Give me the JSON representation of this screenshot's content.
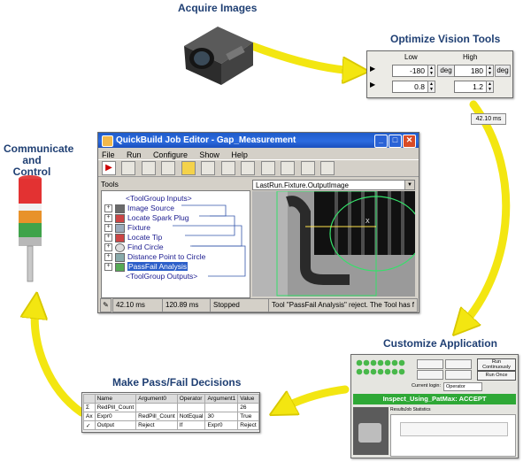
{
  "captions": {
    "acquire": "Acquire Images",
    "optimize": "Optimize Vision Tools",
    "communicate": "Communicate\nand Control",
    "customize": "Customize Application",
    "decide": "Make Pass/Fail Decisions"
  },
  "colors": {
    "arrow": "#f3e611",
    "caption": "#1f3f73",
    "titlebar": "#2c6ce0",
    "accent_green": "#2ea836"
  },
  "optimize_panel": {
    "headers": [
      "Low",
      "High"
    ],
    "rows": [
      {
        "low": "-180",
        "low_unit": "deg",
        "high": "180",
        "high_unit": "deg"
      },
      {
        "low": "0.8",
        "high": "1.2"
      }
    ],
    "timing": "42.10 ms"
  },
  "editor": {
    "title": "QuickBuild Job Editor - Gap_Measurement",
    "menu": [
      "File",
      "Run",
      "Configure",
      "Show",
      "Help"
    ],
    "tools_label": "Tools",
    "image_selector": "LastRun.Fixture.OutputImage",
    "tree": [
      "<ToolGroup Inputs>",
      "Image Source",
      "Locate Spark Plug",
      "Fixture",
      "Locate Tip",
      "Find Circle",
      "Distance Point to Circle",
      "PassFail Analysis",
      "<ToolGroup Outputs>"
    ],
    "status": {
      "time1": "42.10 ms",
      "time2": "120.89 ms",
      "state": "Stopped",
      "message": "Tool \"PassFail Analysis\" reject. The Tool has f"
    }
  },
  "customize_app": {
    "buttons": [
      "Run Continuously",
      "Run Once"
    ],
    "current_login_label": "Current login:",
    "current_login": "Operator",
    "banner": "Inspect_Using_PatMax: ACCEPT",
    "tabs": [
      "Results",
      "Job Statistics"
    ]
  },
  "decisions_table": {
    "headers": [
      "Name",
      "Argument0",
      "Operator",
      "Argument1",
      "Value"
    ],
    "rows": [
      {
        "icon": "Σ",
        "name": "RedPill_Count",
        "arg0": "",
        "op": "",
        "arg1": "",
        "value": "26"
      },
      {
        "icon": "Ax",
        "name": "Expr0",
        "arg0": "RedPill_Count",
        "op": "NotEqual",
        "arg1": "30",
        "value": "True"
      },
      {
        "icon": "✓",
        "name": "Output",
        "arg0": "Reject",
        "op": "If",
        "arg1": "Expr0",
        "value": "Reject"
      }
    ]
  }
}
